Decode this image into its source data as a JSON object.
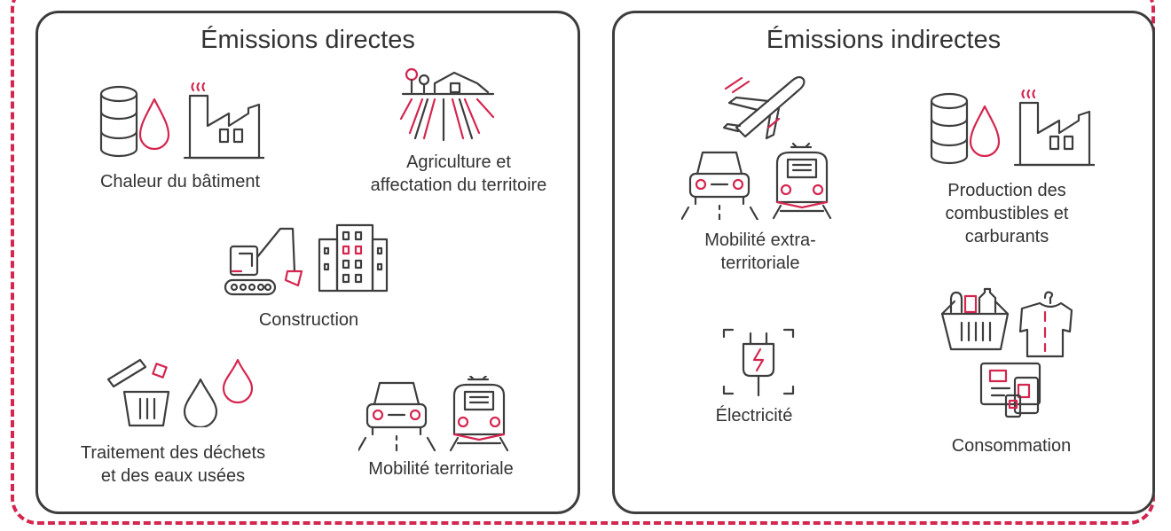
{
  "colors": {
    "accent": "#d4264f",
    "line": "#3d3d3d",
    "background": "#ffffff"
  },
  "direct": {
    "title": "Émissions directes",
    "items": {
      "heat": {
        "label": "Chaleur du bâtiment",
        "icons": [
          "barrel-icon",
          "drop-icon",
          "factory-icon"
        ]
      },
      "agri": {
        "label": "Agriculture et\naffectation du territoire",
        "icons": [
          "farm-field-icon"
        ]
      },
      "construction": {
        "label": "Construction",
        "icons": [
          "excavator-icon",
          "building-icon"
        ]
      },
      "waste": {
        "label": "Traitement des déchets\net des eaux usées",
        "icons": [
          "trash-bin-icon",
          "water-drop-icon",
          "drop-icon"
        ]
      },
      "mobility": {
        "label": "Mobilité territoriale",
        "icons": [
          "car-icon",
          "train-icon"
        ]
      }
    }
  },
  "indirect": {
    "title": "Émissions indirectes",
    "items": {
      "mobility_ext": {
        "label": "Mobilité extra-\nterritoriale",
        "icons": [
          "airplane-icon",
          "car-icon",
          "train-icon"
        ]
      },
      "fuel": {
        "label": "Production des\ncombustibles et\ncarburants",
        "icons": [
          "barrel-icon",
          "drop-icon",
          "factory-icon"
        ]
      },
      "electricity": {
        "label": "Électricité",
        "icons": [
          "plug-icon"
        ]
      },
      "consumption": {
        "label": "Consommation",
        "icons": [
          "basket-icon",
          "shirt-icon",
          "devices-icon"
        ]
      }
    }
  }
}
